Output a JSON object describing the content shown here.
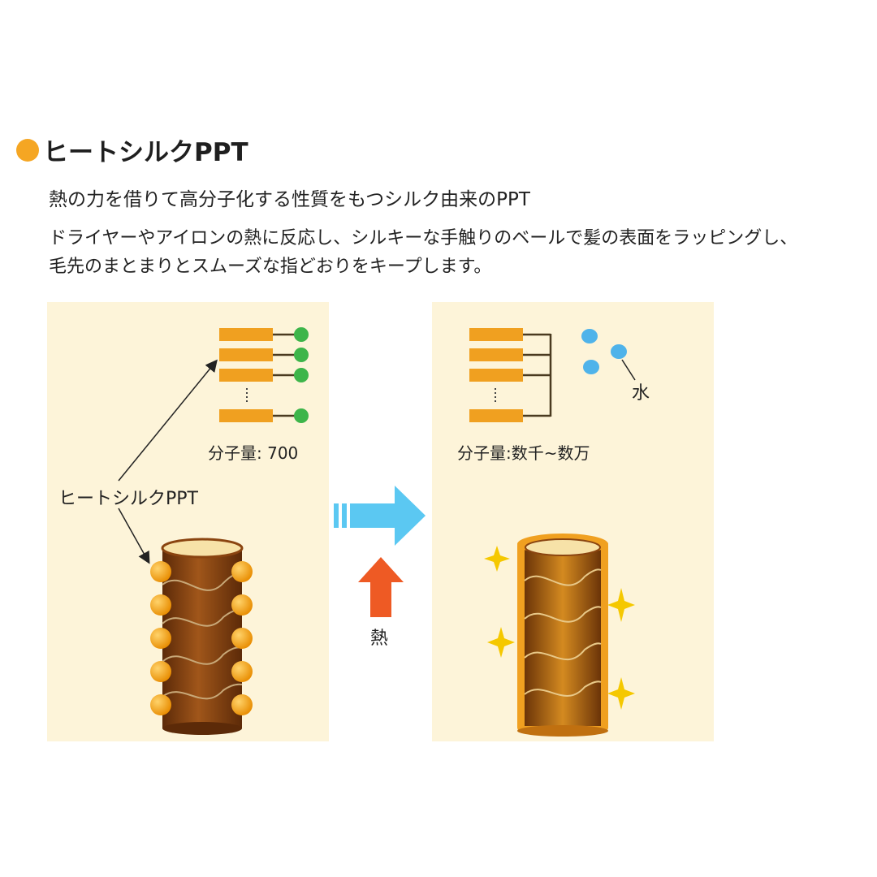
{
  "header": {
    "title": "ヒートシルクPPT",
    "subtitle": "熱の力を借りて高分子化する性質をもつシルク由来のPPT",
    "description_lines": [
      "ドライヤーやアイロンの熱に反応し、シルキーな手触りのベールで髪の表面をラッピングし、",
      "毛先のまとまりとスムーズな指どおりをキープします。"
    ]
  },
  "left_panel": {
    "molecular_weight_label": "分子量: 700",
    "ppt_label": "ヒートシルクPPT"
  },
  "right_panel": {
    "molecular_weight_label": "分子量:数千~数万",
    "water_label": "水"
  },
  "center": {
    "heat_label": "熱"
  },
  "colors": {
    "accent": "#f5a623",
    "panel_bg": "#fdf4d9",
    "molecule_bar": "#f0a020",
    "green_dot": "#3db54a",
    "water_dot": "#4fb3ea",
    "arrow_blue": "#5bc8f2",
    "arrow_heat": "#ee5a24",
    "hair_brown": "#8a4410",
    "sparkle": "#f5c800"
  }
}
